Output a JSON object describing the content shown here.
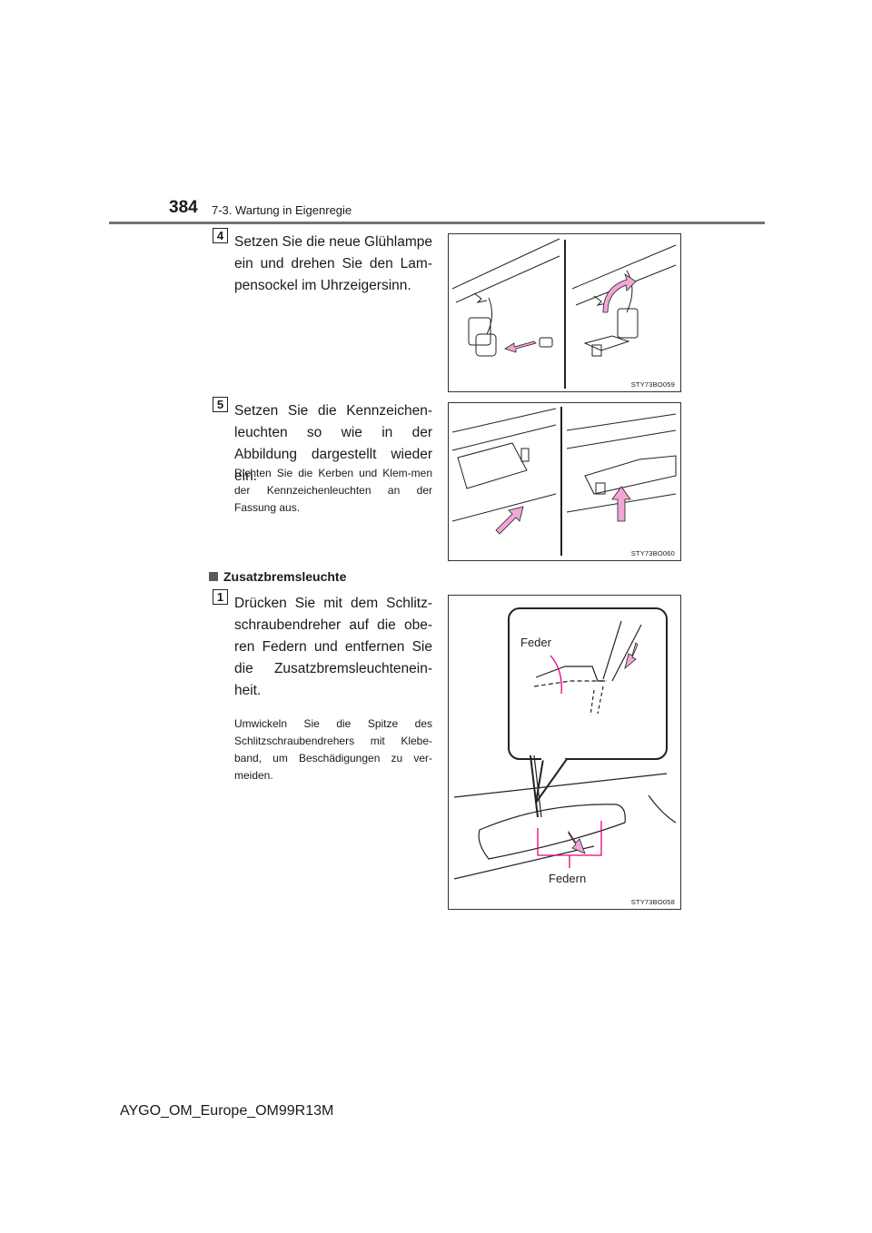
{
  "header": {
    "page_number": "384",
    "section": "7-3. Wartung in Eigenregie"
  },
  "steps": [
    {
      "number": "4",
      "text": "Setzen Sie die neue Glühlampe ein und drehen Sie den Lam-pensockel im Uhrzeigersinn.",
      "note": ""
    },
    {
      "number": "5",
      "text": "Setzen Sie die Kennzeichen-leuchten so wie in der Abbildung dargestellt wieder ein.",
      "note": "Richten Sie die Kerben und Klem-men der Kennzeichenleuchten an der Fassung aus."
    }
  ],
  "subsection": {
    "title": "Zusatzbremsleuchte",
    "step": {
      "number": "1",
      "text": "Drücken Sie mit dem Schlitz-schraubendreher auf die obe-ren Federn und entfernen Sie die Zusatzbremsleuchtenein-heit.",
      "note": "Umwickeln Sie die Spitze des Schlitzschraubendrehers mit Klebe-band, um Beschädigungen zu ver-meiden."
    }
  },
  "figures": [
    {
      "code": "STY73BO059",
      "labels": []
    },
    {
      "code": "STY73BO060",
      "labels": []
    },
    {
      "code": "STY73BO058",
      "labels": [
        "Feder",
        "Federn"
      ]
    }
  ],
  "footer": {
    "document_id": "AYGO_OM_Europe_OM99R13M"
  },
  "colors": {
    "accent_arrow": "#f2a6d6",
    "callout_line": "#e4007f",
    "rule": "#6f7577"
  }
}
